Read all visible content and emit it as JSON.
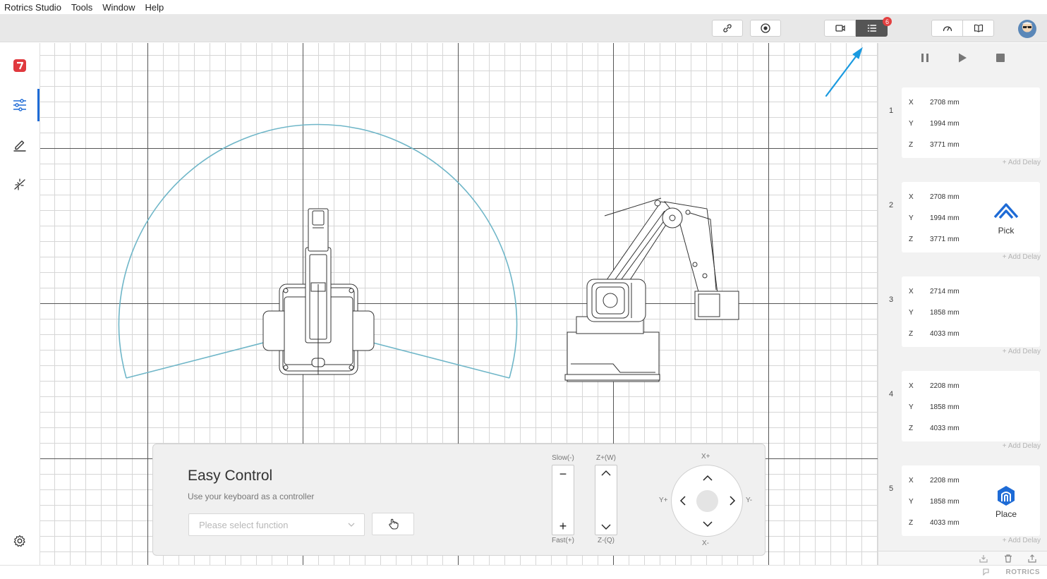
{
  "menu": [
    "Rotrics Studio",
    "Tools",
    "Window",
    "Help"
  ],
  "toolbar": {
    "badge_count": "6",
    "icons": [
      "link-icon",
      "record-icon",
      "camera-icon",
      "list-icon",
      "gauge-icon",
      "book-icon"
    ]
  },
  "sidebar": {
    "items": [
      "rotrics-logo-icon",
      "sliders-icon",
      "pen-icon",
      "laser-icon"
    ],
    "active_index": 1,
    "bottom": "gear-icon"
  },
  "playback": {
    "icons": [
      "pause-icon",
      "play-icon",
      "stop-icon"
    ]
  },
  "points": [
    {
      "index": "1",
      "x": "2708 mm",
      "y": "1994 mm",
      "z": "3771 mm",
      "action": "",
      "action_icon": ""
    },
    {
      "index": "2",
      "x": "2708 mm",
      "y": "1994 mm",
      "z": "3771 mm",
      "action": "Pick",
      "action_icon": "pick-icon"
    },
    {
      "index": "3",
      "x": "2714 mm",
      "y": "1858 mm",
      "z": "4033 mm",
      "action": "",
      "action_icon": ""
    },
    {
      "index": "4",
      "x": "2208 mm",
      "y": "1858 mm",
      "z": "4033 mm",
      "action": "",
      "action_icon": ""
    },
    {
      "index": "5",
      "x": "2208 mm",
      "y": "1858 mm",
      "z": "4033 mm",
      "action": "Place",
      "action_icon": "place-icon"
    }
  ],
  "labels": {
    "axis_x": "X",
    "axis_y": "Y",
    "axis_z": "Z",
    "add_delay": "+ Add Delay"
  },
  "easy_control": {
    "title": "Easy Control",
    "subtitle": "Use your keyboard as a controller",
    "select_placeholder": "Please select function",
    "speed_top": "Slow(-)",
    "speed_bottom": "Fast(+)",
    "z_top": "Z+(W)",
    "z_bottom": "Z-(Q)",
    "x_plus": "X+",
    "x_minus": "X-",
    "y_plus": "Y+",
    "y_minus": "Y-"
  },
  "status": {
    "brand": "ROTRICS"
  },
  "colors": {
    "accent": "#1e6bd6",
    "workspace": "#6fb6c8",
    "annotation_arrow": "#1a9ae0",
    "badge": "#e34040",
    "logo": "#e0393e"
  }
}
